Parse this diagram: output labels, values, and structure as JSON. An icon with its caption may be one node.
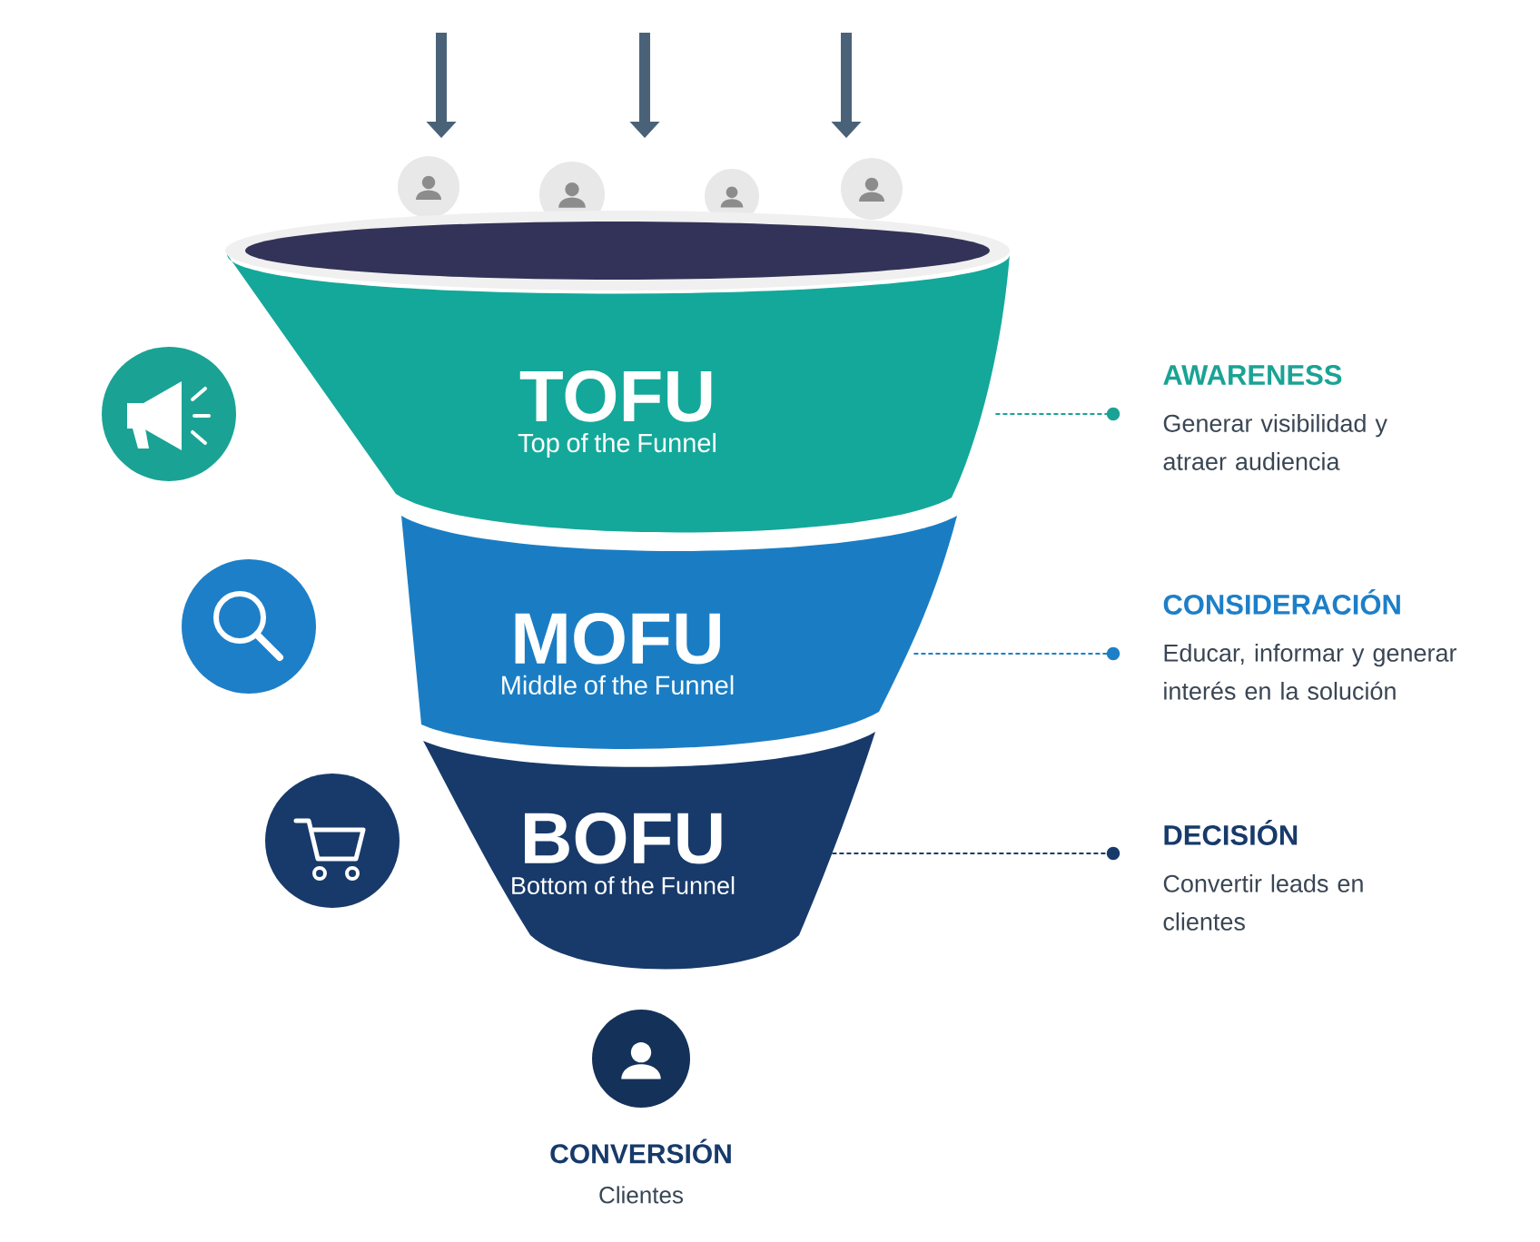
{
  "diagram": {
    "nodes": [
      {
        "text": [
          "TOFU",
          "Top of the Funnel"
        ]
      },
      {
        "text": [
          "MOFU",
          "Middle of the Funnel"
        ]
      },
      {
        "text": [
          "BOFU",
          "Bottom of the Funnel"
        ]
      },
      {
        "text": [
          "AWARENESS",
          "Generar visibilidad y atraer audiencia"
        ]
      },
      {
        "text": [
          "CONSIDERACIÓN",
          "Educar, informar y generar interés en la solución"
        ]
      },
      {
        "text": [
          "DECISIÓN",
          "Convertir leads en clientes"
        ]
      }
    ],
    "edges": [
      {
        "from": 0,
        "to": 3,
        "arrow": "other",
        "style": "dashed",
        "color": "#1aa394"
      },
      {
        "from": 1,
        "to": 4,
        "arrow": "other",
        "style": "dashed",
        "color": "#1d7fc8"
      },
      {
        "from": 2,
        "to": 5,
        "arrow": "other",
        "style": "dashed",
        "color": "#173a6a"
      }
    ],
    "labels": [
      "CONVERSIÓN",
      "Clientes"
    ]
  }
}
